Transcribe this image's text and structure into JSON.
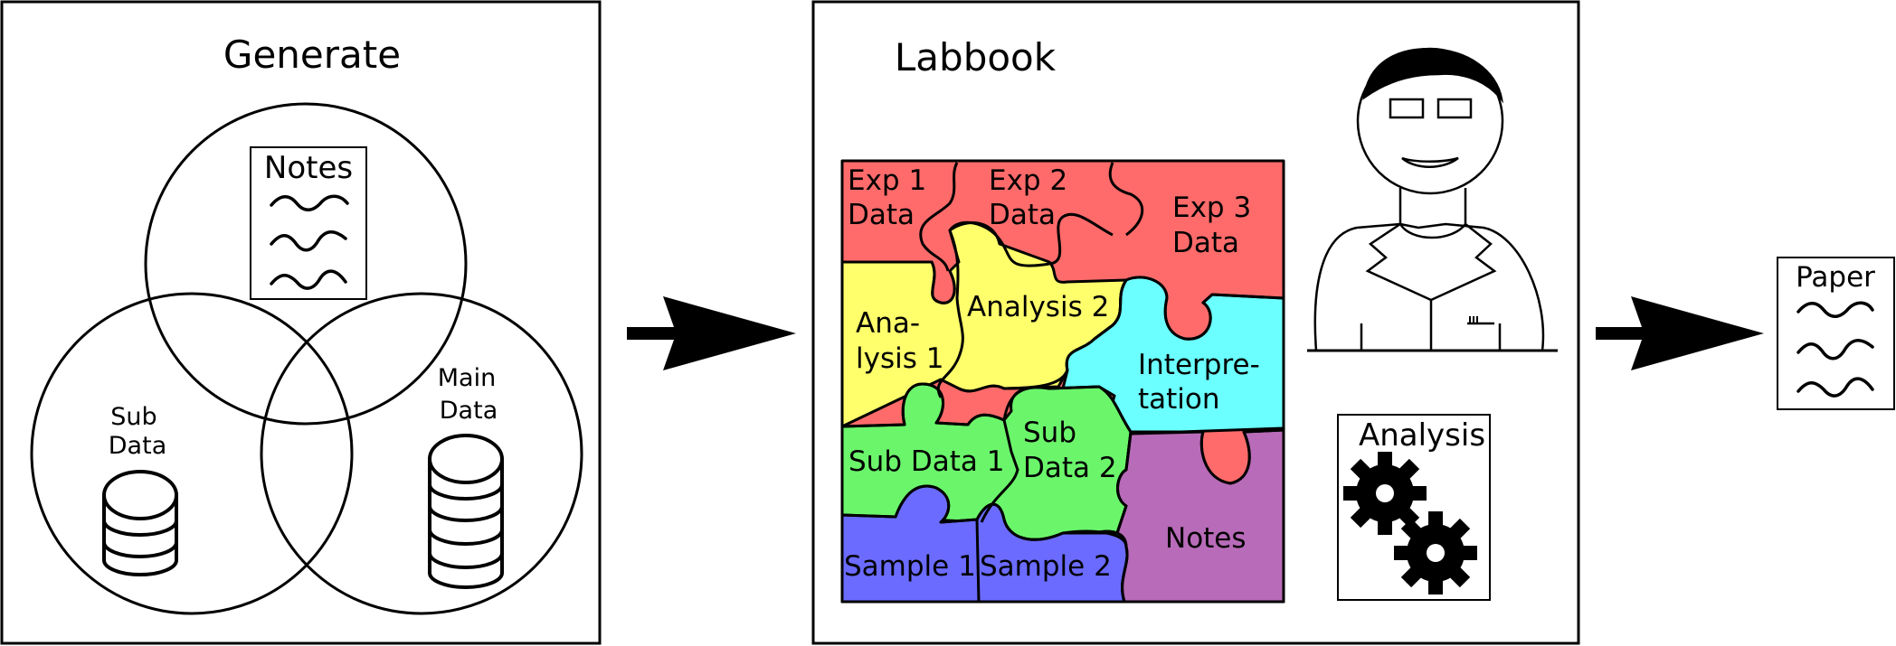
{
  "generate": {
    "title": "Generate",
    "notes_label": "Notes",
    "sub_data_label": [
      "Sub",
      "Data"
    ],
    "main_data_label": [
      "Main",
      "Data"
    ]
  },
  "labbook": {
    "title": "Labbook",
    "pieces": {
      "exp1": [
        "Exp 1",
        "Data"
      ],
      "exp2": [
        "Exp 2",
        "Data"
      ],
      "exp3": [
        "Exp 3",
        "Data"
      ],
      "analysis1": [
        "Ana-",
        "lysis 1"
      ],
      "analysis2": "Analysis 2",
      "interpretation": [
        "Interpre-",
        "tation"
      ],
      "subdata1": "Sub Data 1",
      "subdata2": [
        "Sub",
        "Data 2"
      ],
      "sample1": "Sample 1",
      "sample2": "Sample 2",
      "notes": "Notes"
    },
    "analysis_doc_label": "Analysis"
  },
  "paper": {
    "label": "Paper"
  },
  "colors": {
    "exp_red": "#ff6b6b",
    "analysis_yellow": "#ffff6b",
    "interpretation_cyan": "#6bffff",
    "subdata_green": "#6bf56b",
    "sample_blue": "#6b6bff",
    "notes_purple": "#b86bb8"
  },
  "icons": [
    "database-icon",
    "gear-icon",
    "scientist-icon",
    "arrow-right-icon"
  ]
}
